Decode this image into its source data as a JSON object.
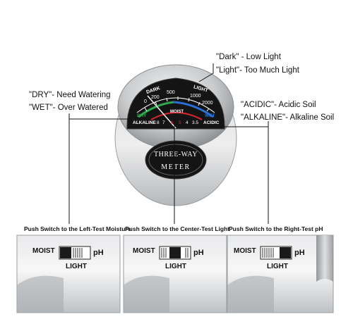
{
  "callouts": {
    "light_line1": "\"Dark\" - Low Light",
    "light_line2": "\"Light\"- Too Much Light",
    "moisture_line1": "\"DRY\"- Need Watering",
    "moisture_line2": "\"WET\"- Over Watered",
    "ph_line1": "\"ACIDIC\"- Acidic Soil",
    "ph_line2": "\"ALKALINE\"- Alkaline Soil"
  },
  "meter": {
    "label_dark": "DARK",
    "label_light": "LIGHT",
    "tick_0": "0",
    "tick_200": "200",
    "tick_500": "500",
    "tick_1000": "1000",
    "tick_2000": "2000",
    "label_dry": "DRY",
    "label_moist": "MOIST",
    "label_wet": "WET",
    "label_alkaline": "ALKALINE",
    "label_acidic": "ACIDIC",
    "ph_8": "8",
    "ph_7": "7",
    "ph_6": "6",
    "ph_5": "5",
    "ph_4": "4",
    "ph_35": "3.5",
    "badge_line1": "THREE-WAY",
    "badge_line2": "METER"
  },
  "panels": [
    {
      "caption": "Push Switch to the Left-Test Moisture",
      "switch_position": "left",
      "left_label": "MOIST",
      "right_label": "pH",
      "bottom_label": "LIGHT"
    },
    {
      "caption": "Push Switch to the Center-Test Light",
      "switch_position": "center",
      "left_label": "MOIST",
      "right_label": "pH",
      "bottom_label": "LIGHT"
    },
    {
      "caption": "Push Switch to the Right-Test pH",
      "switch_position": "right",
      "left_label": "MOIST",
      "right_label": "pH",
      "bottom_label": "LIGHT"
    }
  ],
  "colors": {
    "scale_green": "#2fa84f",
    "scale_blue": "#2a6fd6",
    "scale_red": "#d8262e",
    "badge": "#141414",
    "bezel": "#b9bcbf"
  }
}
